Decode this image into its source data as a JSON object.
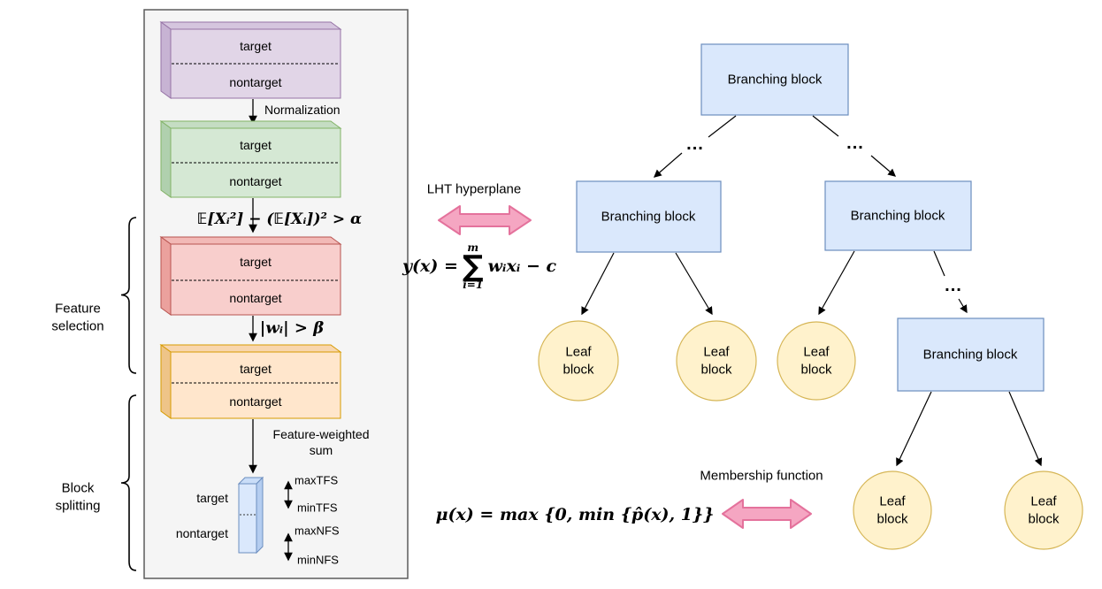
{
  "panel": {
    "background": "#f5f5f5",
    "border_color": "#5c5c5c",
    "blocks": [
      {
        "fill": "#e1d5e7",
        "fill_top": "#d5c5de",
        "fill_side": "#c7b3d3",
        "stroke": "#9673a6",
        "top_label": "target",
        "bottom_label": "nontarget"
      },
      {
        "fill": "#d5e8d4",
        "fill_top": "#c5ddc3",
        "fill_side": "#b0d0ae",
        "stroke": "#82b366",
        "top_label": "target",
        "bottom_label": "nontarget"
      },
      {
        "fill": "#f8cecc",
        "fill_top": "#f2b9b6",
        "fill_side": "#eba19d",
        "stroke": "#b85450",
        "top_label": "target",
        "bottom_label": "nontarget"
      },
      {
        "fill": "#ffe6cc",
        "fill_top": "#f8d6ae",
        "fill_side": "#eec488",
        "stroke": "#d79b00",
        "top_label": "target",
        "bottom_label": "nontarget"
      }
    ],
    "column": {
      "fill": "#dae8fc",
      "fill_top": "#c9ddf8",
      "fill_side": "#b4cdf0",
      "stroke": "#6c8ebf",
      "top_label": "target",
      "bottom_label": "nontarget"
    },
    "labels": {
      "normalization": "Normalization",
      "variance_rule": "𝔼[Xᵢ²] − (𝔼[Xᵢ])² > α",
      "weight_rule": "|wᵢ| > β",
      "feature_weighted_sum": "Feature-weighted\nsum",
      "max_tfs": "maxTFS",
      "min_tfs": "minTFS",
      "max_nfs": "maxNFS",
      "min_nfs": "minNFS",
      "feature_selection": "Feature\nselection",
      "block_splitting": "Block\nsplitting"
    }
  },
  "tree": {
    "branching_label": "Branching block",
    "leaf_label": "Leaf\nblock",
    "ellipsis": "...",
    "node_fill": "#dae8fc",
    "node_stroke": "#6c8ebf",
    "leaf_fill": "#fff2cc",
    "leaf_stroke": "#d6b656"
  },
  "annotations": {
    "arrow_fill": "#f5a6c2",
    "arrow_stroke": "#e4729c",
    "lht_label": "LHT hyperplane",
    "lht_eq_lhs": "y(x) =",
    "lht_sum_upper": "m",
    "lht_sum_symbol": "∑",
    "lht_sum_lower": "i=1",
    "lht_eq_rhs": "wᵢxᵢ − c",
    "membership_label": "Membership function",
    "membership_eq": "μ(x) = max {0, min {p̂(x), 1}}"
  }
}
